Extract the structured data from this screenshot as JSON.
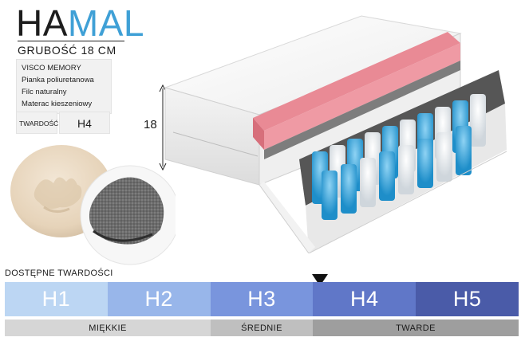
{
  "brand": {
    "part1": "HA",
    "part2": "MAL",
    "part1_color": "#1d1d1d",
    "part2_color": "#3fa0d6"
  },
  "thickness_text": "GRUBOŚĆ  18 CM",
  "layers": [
    "VISCO MEMORY",
    "Pianka poliuretanowa",
    "Filc naturalny",
    "Materac kieszeniowy"
  ],
  "hardness_box": {
    "label": "TWARDOŚĆ",
    "value": "H4"
  },
  "depth_label": "18",
  "hardness_scale": {
    "title": "DOSTĘPNE TWARDOŚCI",
    "levels": [
      {
        "label": "H1",
        "color": "#bcd6f3"
      },
      {
        "label": "H2",
        "color": "#98b6ea"
      },
      {
        "label": "H3",
        "color": "#7995dd"
      },
      {
        "label": "H4",
        "color": "#6077c8"
      },
      {
        "label": "H5",
        "color": "#4a5ba8"
      }
    ],
    "selected": "H4",
    "categories": [
      {
        "label": "MIĘKKIE",
        "color": "#d6d6d6"
      },
      {
        "label": "ŚREDNIE",
        "color": "#bfbfbf"
      },
      {
        "label": "TWARDE",
        "color": "#9e9e9e"
      }
    ]
  }
}
